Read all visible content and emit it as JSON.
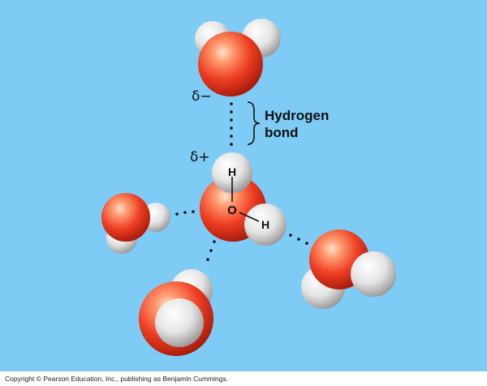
{
  "labels": {
    "delta_minus": "δ−",
    "delta_plus": "δ+",
    "hydrogen_bond_line1": "Hydrogen",
    "hydrogen_bond_line2": "bond",
    "atom_h_top": "H",
    "atom_o": "O",
    "atom_h_right": "H"
  },
  "footer": {
    "copyright": "Copyright © Pearson Education, Inc., publishing as Benjamin Cummings."
  },
  "colors": {
    "background": "#7ecbf5",
    "oxygen": "#e8442a",
    "hydrogen": "#e6e6e6"
  }
}
